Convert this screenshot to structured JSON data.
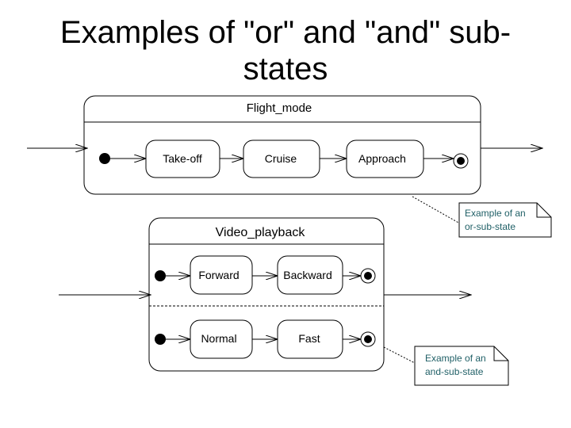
{
  "title": {
    "line1": "Examples of \"or\" and \"and\" sub-",
    "line2": "states"
  },
  "or_example": {
    "composite_state": "Flight_mode",
    "states": [
      "Take-off",
      "Cruise",
      "Approach"
    ]
  },
  "and_example": {
    "composite_state": "Video_playback",
    "region_1": [
      "Forward",
      "Backward"
    ],
    "region_2": [
      "Normal",
      "Fast"
    ]
  },
  "notes": {
    "or_note": [
      "Example of an",
      "or-sub-state"
    ],
    "and_note": [
      "Example of an",
      "and-sub-state"
    ]
  }
}
